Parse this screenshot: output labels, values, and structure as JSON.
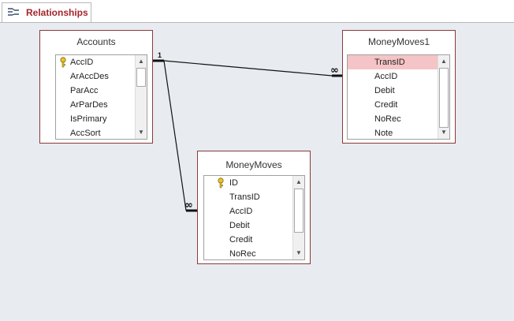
{
  "tab": {
    "label": "Relationships"
  },
  "tables": {
    "accounts": {
      "title": "Accounts",
      "fields": [
        "AccID",
        "ArAccDes",
        "ParAcc",
        "ArParDes",
        "IsPrimary",
        "AccSort"
      ]
    },
    "moneymoves1": {
      "title": "MoneyMoves1",
      "fields": [
        "TransID",
        "AccID",
        "Debit",
        "Credit",
        "NoRec",
        "Note"
      ]
    },
    "moneymoves": {
      "title": "MoneyMoves",
      "fields": [
        "ID",
        "TransID",
        "AccID",
        "Debit",
        "Credit",
        "NoRec"
      ]
    }
  },
  "relationships": [
    {
      "from": "Accounts.AccID",
      "to": "MoneyMoves1.AccID",
      "one_label": "1",
      "many_label": "∞"
    },
    {
      "from": "Accounts.AccID",
      "to": "MoneyMoves.AccID",
      "many_label": "∞"
    }
  ]
}
